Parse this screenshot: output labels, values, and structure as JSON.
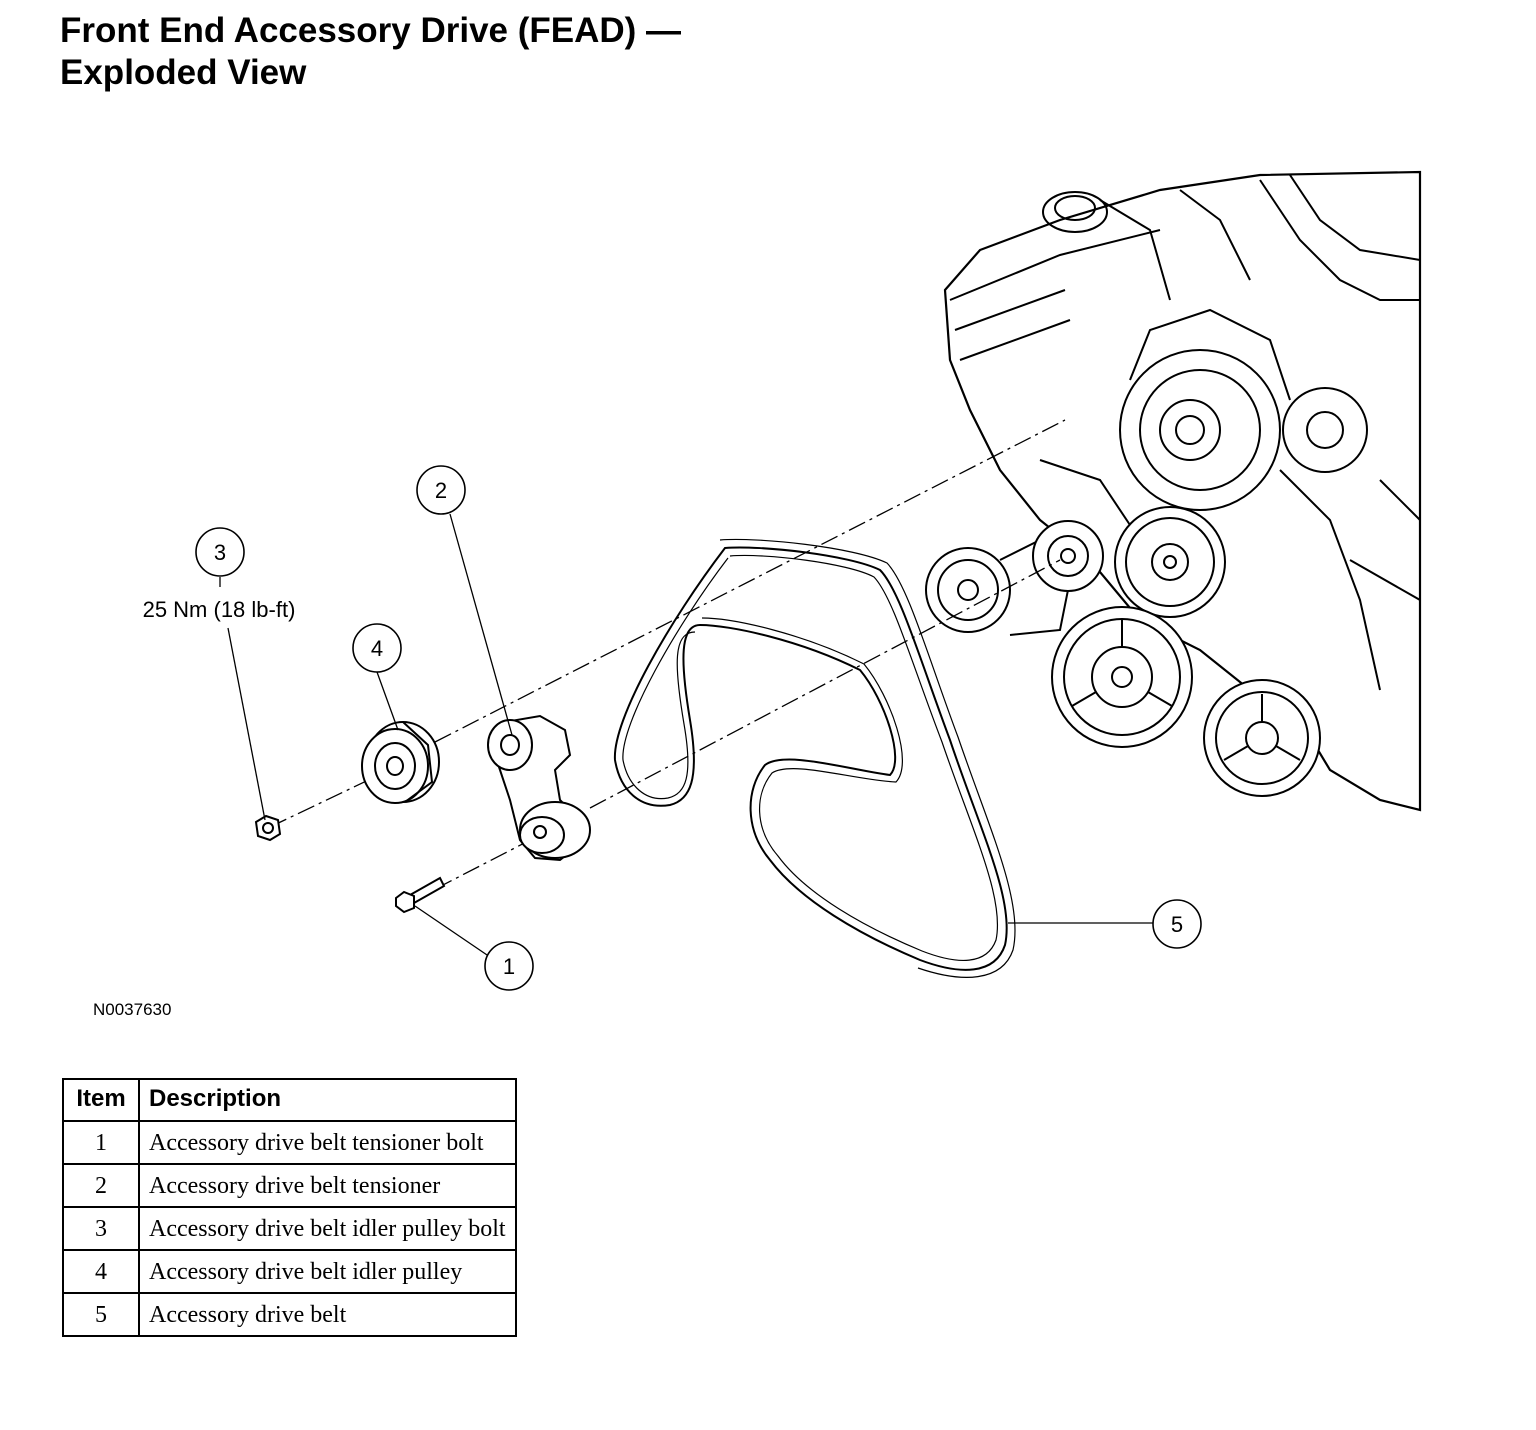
{
  "title": {
    "line1": "Front End Accessory Drive (FEAD) —",
    "line2": "Exploded View"
  },
  "figure_id": "N0037630",
  "callouts": [
    "1",
    "2",
    "3",
    "4",
    "5"
  ],
  "torque_spec": "25 Nm (18 lb-ft)",
  "table": {
    "header_item": "Item",
    "header_description": "Description",
    "rows": [
      {
        "item": "1",
        "description": "Accessory drive belt tensioner bolt"
      },
      {
        "item": "2",
        "description": "Accessory drive belt tensioner"
      },
      {
        "item": "3",
        "description": "Accessory drive belt idler pulley bolt"
      },
      {
        "item": "4",
        "description": "Accessory drive belt idler pulley"
      },
      {
        "item": "5",
        "description": "Accessory drive belt"
      }
    ]
  }
}
